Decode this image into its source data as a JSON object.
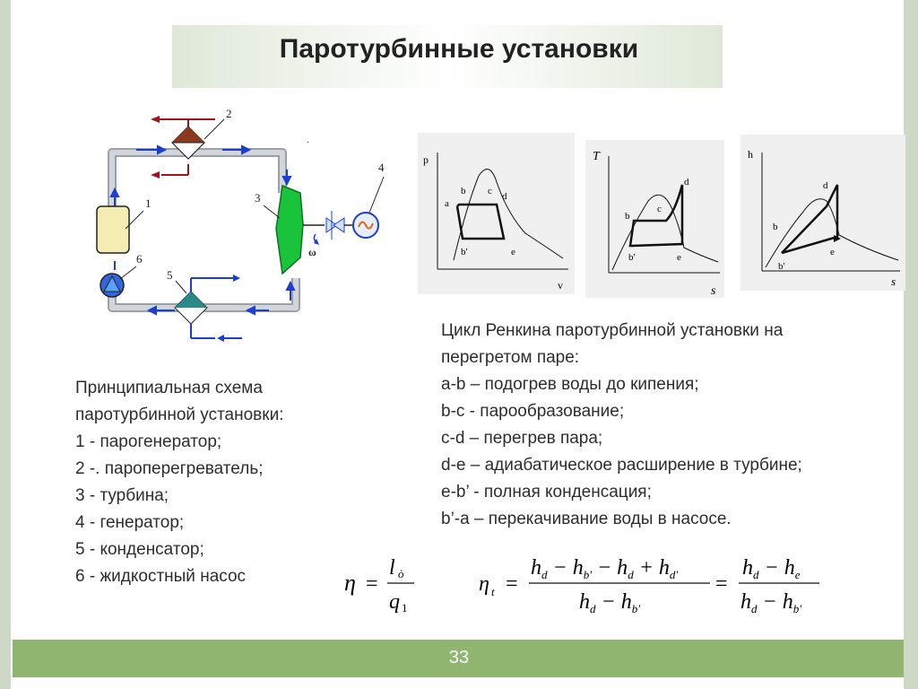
{
  "title": "Паротурбинные установки",
  "page_number": "33",
  "scheme": {
    "labels": [
      "1",
      "2",
      "3",
      "4",
      "5",
      "6"
    ],
    "omega": "ω"
  },
  "left_text": {
    "heading_1": "Принципиальная схема",
    "heading_2": "паротурбинной установки:",
    "items": [
      "1 - парогенератор;",
      "2 -. пароперегреватель;",
      "3 - турбина;",
      "4 - генератор;",
      " 5 - конденсатор;",
      "6 - жидкостный насос"
    ]
  },
  "right_text": {
    "heading_1": "Цикл Ренкина паротурбинной установки на",
    "heading_2": "перегретом паре:",
    "items": [
      " a-b – подогрев воды до кипения;",
      "b-c - парообразование;",
      "c-d – перегрев пара;",
      "d-e – адиабатическое расширение в турбине;",
      " e-b’ - полная конденсация;",
      "b’-a – перекачивание воды в насосе."
    ]
  },
  "diagrams": {
    "pv": {
      "y_axis": "p",
      "x_axis": "v",
      "points": [
        "a",
        "b",
        "c",
        "d",
        "b'",
        "e"
      ]
    },
    "ts": {
      "y_axis": "T",
      "x_axis": "s",
      "points": [
        "b",
        "c",
        "d",
        "b'",
        "e"
      ]
    },
    "hs": {
      "y_axis": "h",
      "x_axis": "s",
      "points": [
        "b",
        "d",
        "b'",
        "e"
      ]
    }
  },
  "formula_1": {
    "lhs": "η",
    "num": "l",
    "num_sub": "ò",
    "den": "q",
    "den_sub": "1"
  },
  "formula_2": {
    "lhs": "η",
    "lhs_sub": "t",
    "num": [
      "h",
      "d",
      " − h",
      "b'",
      " − h",
      "d",
      " + h",
      "d'"
    ],
    "den": [
      "h",
      "d",
      " − h",
      "b'"
    ],
    "num2": [
      "h",
      "d",
      " − h",
      "e"
    ],
    "den2": [
      "h",
      "d",
      " − h",
      "b'"
    ]
  },
  "colors": {
    "frame": "#cdd8c6",
    "footer": "#8fb56f",
    "pipe": "#c8ccd0",
    "arrow_blue": "#1a3fd1",
    "arrow_red": "#a0141e",
    "generator": "#f4ecb0",
    "turbine": "#19c43a",
    "pump": "#3366dd",
    "superheater": "#8b3a1e",
    "condenser": "#2a8a8a",
    "text": "#2d2d2d"
  }
}
